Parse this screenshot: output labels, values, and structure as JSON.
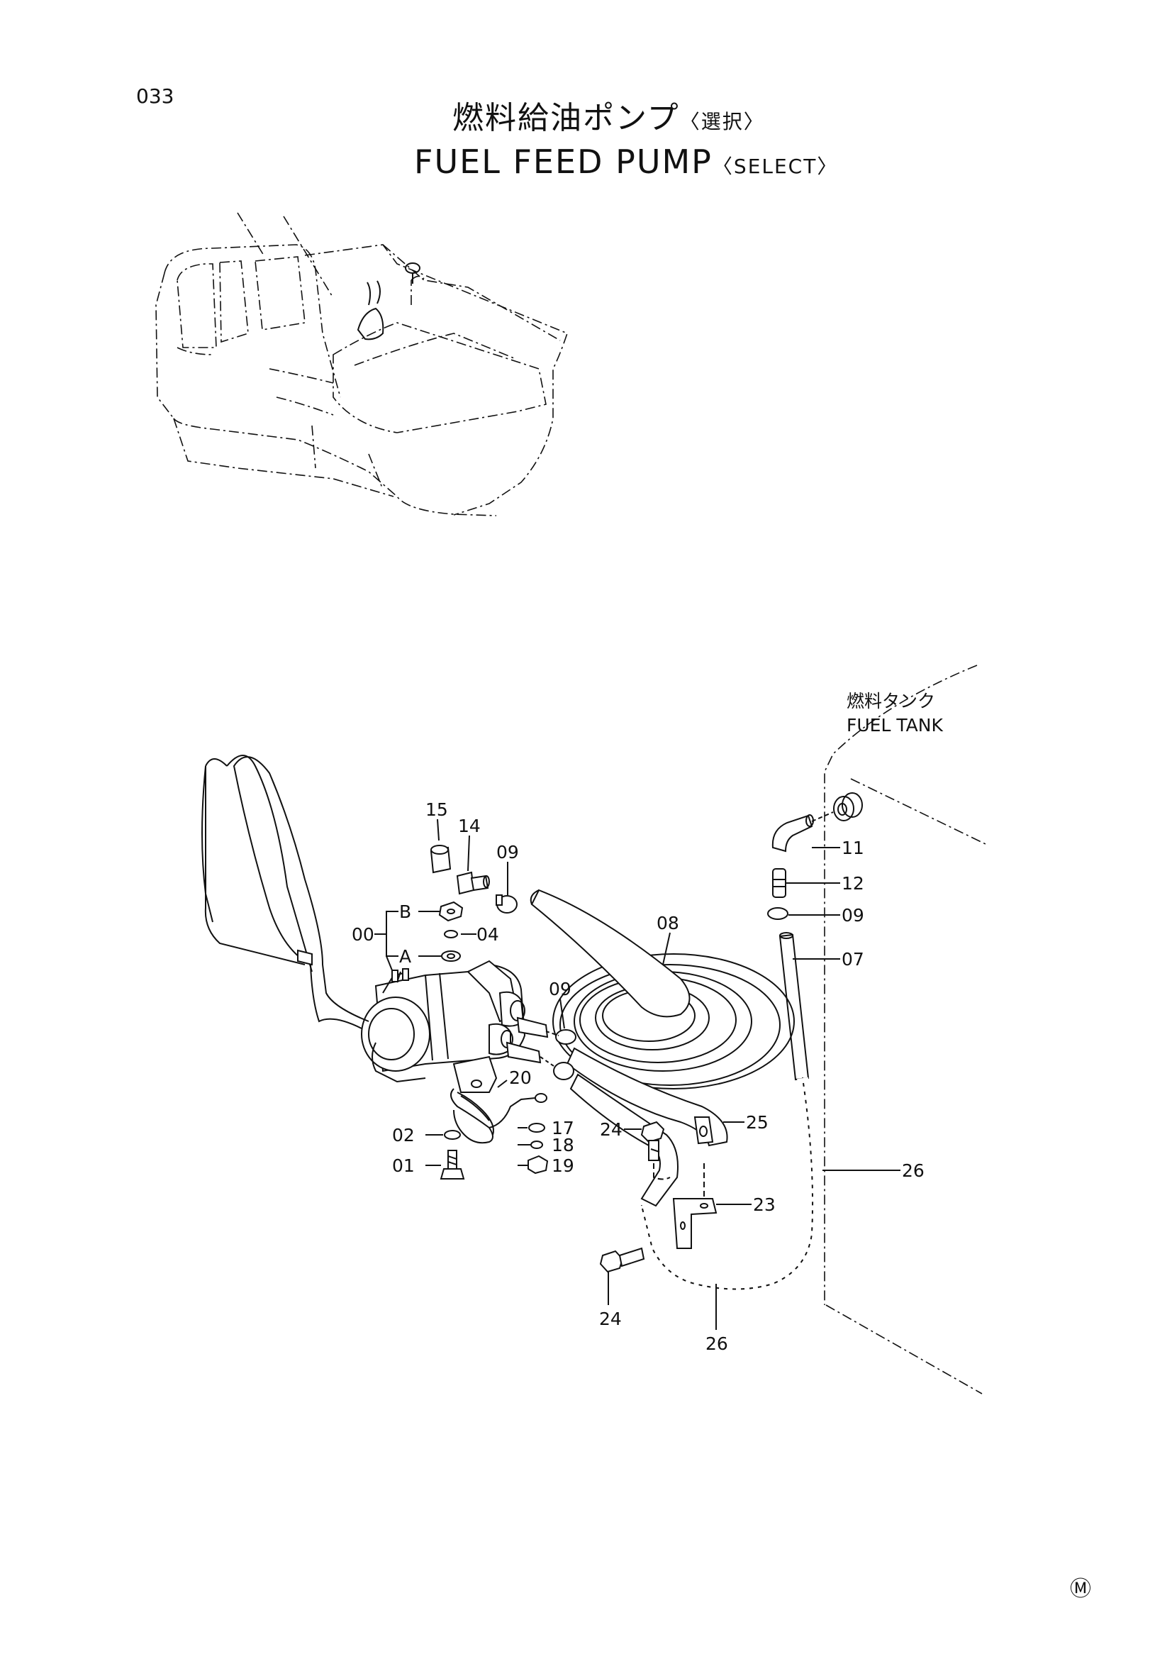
{
  "page_number": "033",
  "title": {
    "jp": "燃料給油ポンプ",
    "jp_select": "〈選択〉",
    "en": "FUEL FEED PUMP",
    "en_select": "〈SELECT〉"
  },
  "fuel_tank_label": {
    "jp": "燃料タンク",
    "en": "FUEL TANK"
  },
  "maker_mark": "Ⓜ",
  "group_labels": {
    "assembly": "00",
    "b": "B",
    "a": "A"
  },
  "callouts": {
    "p01": "01",
    "p02": "02",
    "p04": "04",
    "p07": "07",
    "p08": "08",
    "p09_top": "09",
    "p09_mid": "09",
    "p09_right": "09",
    "p11": "11",
    "p12": "12",
    "p14": "14",
    "p15": "15",
    "p17": "17",
    "p18": "18",
    "p19": "19",
    "p20": "20",
    "p23": "23",
    "p24_upper": "24",
    "p24_lower": "24",
    "p25": "25",
    "p26_right": "26",
    "p26_bottom": "26"
  }
}
